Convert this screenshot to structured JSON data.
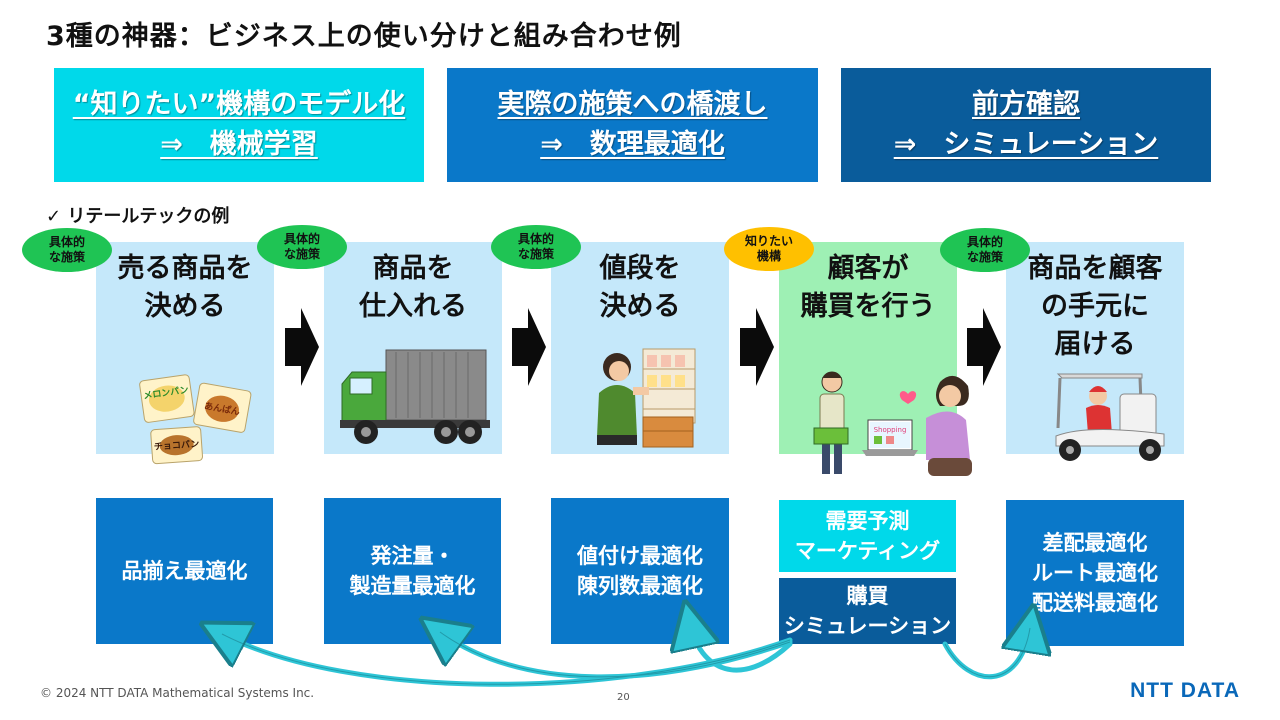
{
  "title": "3種の神器：ビジネス上の使い分けと組み合わせ例",
  "headers": [
    {
      "line1": "“知りたい”機構のモデル化",
      "line2": "⇒　機械学習"
    },
    {
      "line1": "実際の施策への橋渡し",
      "line2": "⇒　数理最適化"
    },
    {
      "line1": "前方確認",
      "line2": "⇒　シミュレーション"
    }
  ],
  "subtitle": "✓ リテールテックの例",
  "stages": [
    {
      "line1": "売る商品を",
      "line2": "決める",
      "line3": "",
      "badge1": "具体的",
      "badge2": "な施策"
    },
    {
      "line1": "商品を",
      "line2": "仕入れる",
      "line3": "",
      "badge1": "具体的",
      "badge2": "な施策"
    },
    {
      "line1": "値段を",
      "line2": "決める",
      "line3": "",
      "badge1": "具体的",
      "badge2": "な施策"
    },
    {
      "line1": "顧客が",
      "line2": "購買を行う",
      "line3": "",
      "badge1": "知りたい",
      "badge2": "機構"
    },
    {
      "line1": "商品を顧客",
      "line2": "の手元に",
      "line3": "届ける",
      "badge1": "具体的",
      "badge2": "な施策"
    }
  ],
  "outcomes": [
    {
      "lines": [
        "品揃え最適化"
      ]
    },
    {
      "lines": [
        "発注量・",
        "製造量最適化"
      ]
    },
    {
      "lines": [
        "値付け最適化",
        "陳列数最適化"
      ]
    },
    {
      "lines": [
        "需要予測",
        "マーケティング"
      ]
    },
    {
      "lines": [
        "購買",
        "シミュレーション"
      ]
    },
    {
      "lines": [
        "差配最適化",
        "ルート最適化",
        "配送料最適化"
      ]
    }
  ],
  "illustrations": {
    "bread_labels": [
      "メロンパン",
      "あんぱん",
      "チョコパン"
    ],
    "shopping_label": "Shopping"
  },
  "footer": "© 2024 NTT DATA Mathematical Systems Inc.",
  "page_number": "20",
  "logo": "NTT DATA",
  "colors": {
    "cyan": "#00d9ea",
    "blue": "#0a78c9",
    "navy": "#0a5c9b",
    "stage_bg": "#c5e8fa",
    "stage_green": "#9ef0b4",
    "badge_green": "#1fc454",
    "badge_yellow": "#ffc000",
    "arrow_teal": "#2ec5d6"
  }
}
